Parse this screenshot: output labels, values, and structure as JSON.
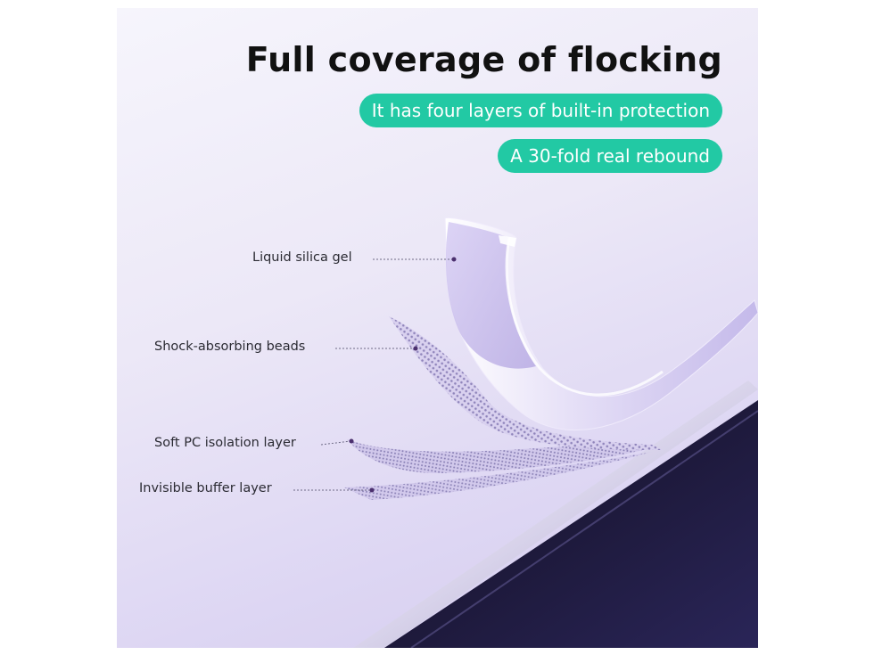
{
  "header": {
    "title": "Full coverage of flocking",
    "badges": [
      {
        "text": "It has four layers of built-in protection"
      },
      {
        "text": "A 30-fold real rebound"
      }
    ],
    "badge_color": "#22c9a4"
  },
  "layers": [
    {
      "label": "Liquid silica gel"
    },
    {
      "label": "Shock-absorbing beads"
    },
    {
      "label": "Soft PC isolation layer"
    },
    {
      "label": "Invisible buffer layer"
    }
  ],
  "colors": {
    "background": "#ece8f7",
    "device_dark": "#1e1a3e",
    "case_lavender": "#d9d2f2"
  }
}
